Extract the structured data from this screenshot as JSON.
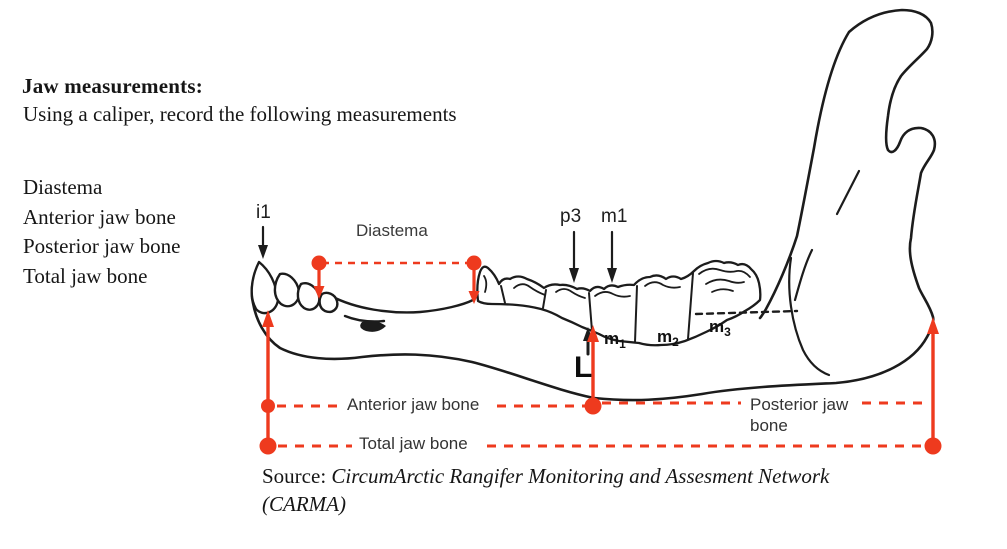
{
  "colors": {
    "annotation_red": "#ee3a1e",
    "drawing_ink": "#1c1c1c",
    "diagram_label_gray": "#3a3a3a",
    "background": "#ffffff"
  },
  "header": {
    "title": "Jaw measurements:",
    "subtitle": "Using a caliper, record the following measurements"
  },
  "measurement_list": {
    "items": [
      "Diastema",
      "Anterior jaw bone",
      "Posterior jaw bone",
      "Total jaw bone"
    ]
  },
  "diagram": {
    "labels": {
      "incisor": "i1",
      "premolar": "p3",
      "molar_top": "m1",
      "diastema": "Diastema",
      "molar_1": {
        "base": "m",
        "sub": "1"
      },
      "molar_2": {
        "base": "m",
        "sub": "2"
      },
      "molar_3": {
        "base": "m",
        "sub": "3"
      },
      "length_marker": "L",
      "anterior": "Anterior jaw bone",
      "posterior_line1": "Posterior jaw",
      "posterior_line2": "bone",
      "total": "Total jaw bone"
    }
  },
  "source": {
    "prefix": "Source: ",
    "name": "CircumArctic Rangifer Monitoring and Assesment Network",
    "acronym": "(CARMA)"
  }
}
